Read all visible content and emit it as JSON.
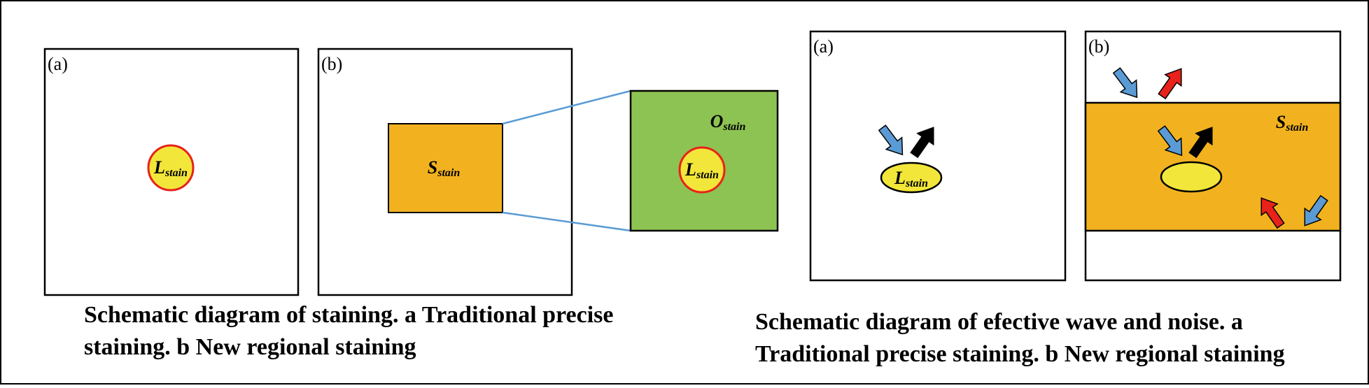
{
  "figure1": {
    "panel_a": {
      "tag": "(a)",
      "circle_label_main": "L",
      "circle_label_sub": "stain"
    },
    "panel_b": {
      "tag": "(b)",
      "rect_label_main": "S",
      "rect_label_sub": "stain"
    },
    "zoom": {
      "label_main": "O",
      "label_sub": "stain",
      "circle_label_main": "L",
      "circle_label_sub": "stain"
    },
    "caption_line1": "Schematic diagram of staining. a Traditional precise",
    "caption_line2": "staining. b New regional staining"
  },
  "figure2": {
    "panel_a": {
      "tag": "(a)",
      "ellipse_label_main": "L",
      "ellipse_label_sub": "stain"
    },
    "panel_b": {
      "tag": "(b)",
      "band_label_main": "S",
      "band_label_sub": "stain"
    },
    "caption_line1": "Schematic diagram of efective wave and noise. a",
    "caption_line2": "Traditional precise staining. b New regional staining"
  },
  "colors": {
    "stain_circle_fill": "#f2e63a",
    "stain_circle_border": "#e8221b",
    "region_orange": "#f2b21f",
    "zoom_green": "#8dc352",
    "connector_blue": "#5b9bd5",
    "arrow_blue": "#5b9bd5",
    "arrow_red": "#e8221b",
    "arrow_black": "#000000"
  }
}
